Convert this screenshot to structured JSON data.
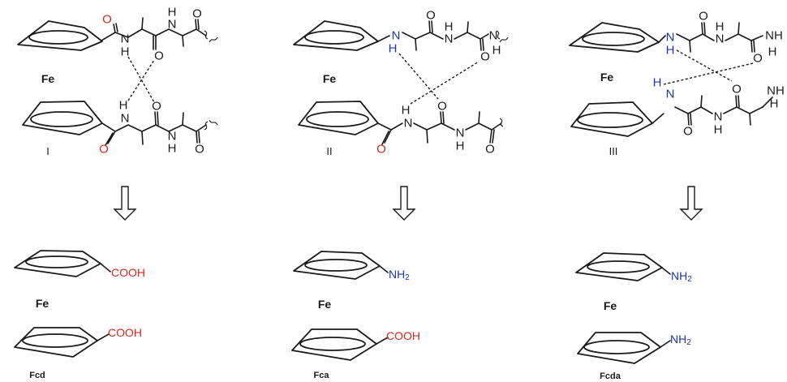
{
  "colors": {
    "bond": "#1a1a1a",
    "carbonyl_o": "#d42a1f",
    "amine_n": "#1f37a8"
  },
  "top_row": [
    {
      "id": "I",
      "numeral": "I",
      "metal": "Fe"
    },
    {
      "id": "II",
      "numeral": "II",
      "metal": "Fe"
    },
    {
      "id": "III",
      "numeral": "III",
      "metal": "Fe"
    }
  ],
  "bottom_row": [
    {
      "metal": "Fe",
      "label": "Fcd",
      "groups": [
        "COOH",
        "COOH"
      ]
    },
    {
      "metal": "Fe",
      "label": "Fca",
      "groups": [
        "NH2",
        "COOH"
      ]
    },
    {
      "metal": "Fe",
      "label": "Fcda",
      "groups": [
        "NH2",
        "NH2"
      ]
    }
  ],
  "atoms": {
    "N": "N",
    "H": "H",
    "O": "O",
    "NH": "NH",
    "COOH": "COOH",
    "sub2": "2"
  },
  "icons": {
    "arrow": "double-down-arrow-icon"
  }
}
